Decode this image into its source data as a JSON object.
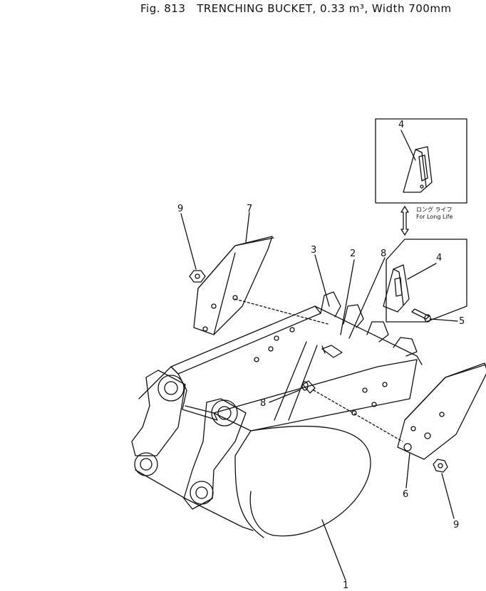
{
  "figure": {
    "fig_label": "Fig. 813",
    "title": "TRENCHING BUCKET, 0.33 m³, Width 700mm"
  },
  "note": {
    "line1": "ロング ライフ",
    "line2": "For Long Life"
  },
  "callouts": [
    {
      "id": "c1",
      "text": "1"
    },
    {
      "id": "c2",
      "text": "2"
    },
    {
      "id": "c3",
      "text": "3"
    },
    {
      "id": "c4a",
      "text": "4"
    },
    {
      "id": "c4b",
      "text": "4"
    },
    {
      "id": "c5",
      "text": "5"
    },
    {
      "id": "c6",
      "text": "6"
    },
    {
      "id": "c7",
      "text": "7"
    },
    {
      "id": "c8a",
      "text": "8"
    },
    {
      "id": "c8b",
      "text": "8"
    },
    {
      "id": "c9a",
      "text": "9"
    },
    {
      "id": "c9b",
      "text": "9"
    }
  ]
}
